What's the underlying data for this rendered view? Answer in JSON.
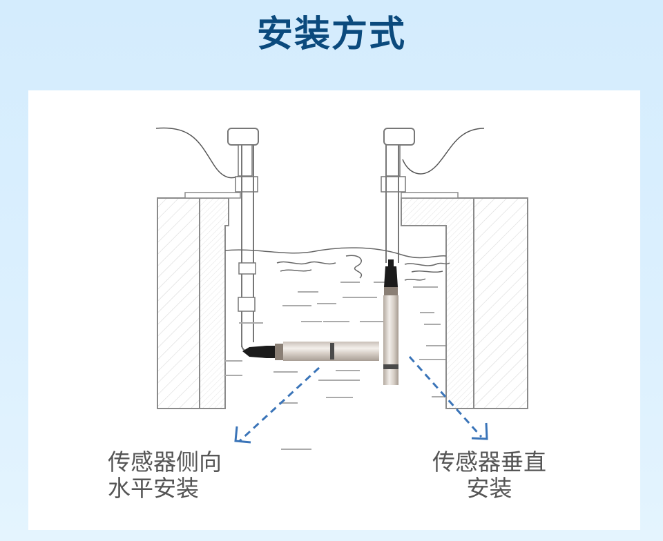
{
  "page": {
    "title": "安装方式"
  },
  "diagram": {
    "left_install": {
      "caption_line1": "传感器侧向",
      "caption_line2": "水平安装"
    },
    "right_install": {
      "caption_line1": "传感器垂直",
      "caption_line2": "安装"
    },
    "colors": {
      "title": "#0b4a7d",
      "arrow": "#3a74b8",
      "line": "#8a8a8a",
      "caption": "#555555",
      "background": "#d4ecfd"
    }
  }
}
